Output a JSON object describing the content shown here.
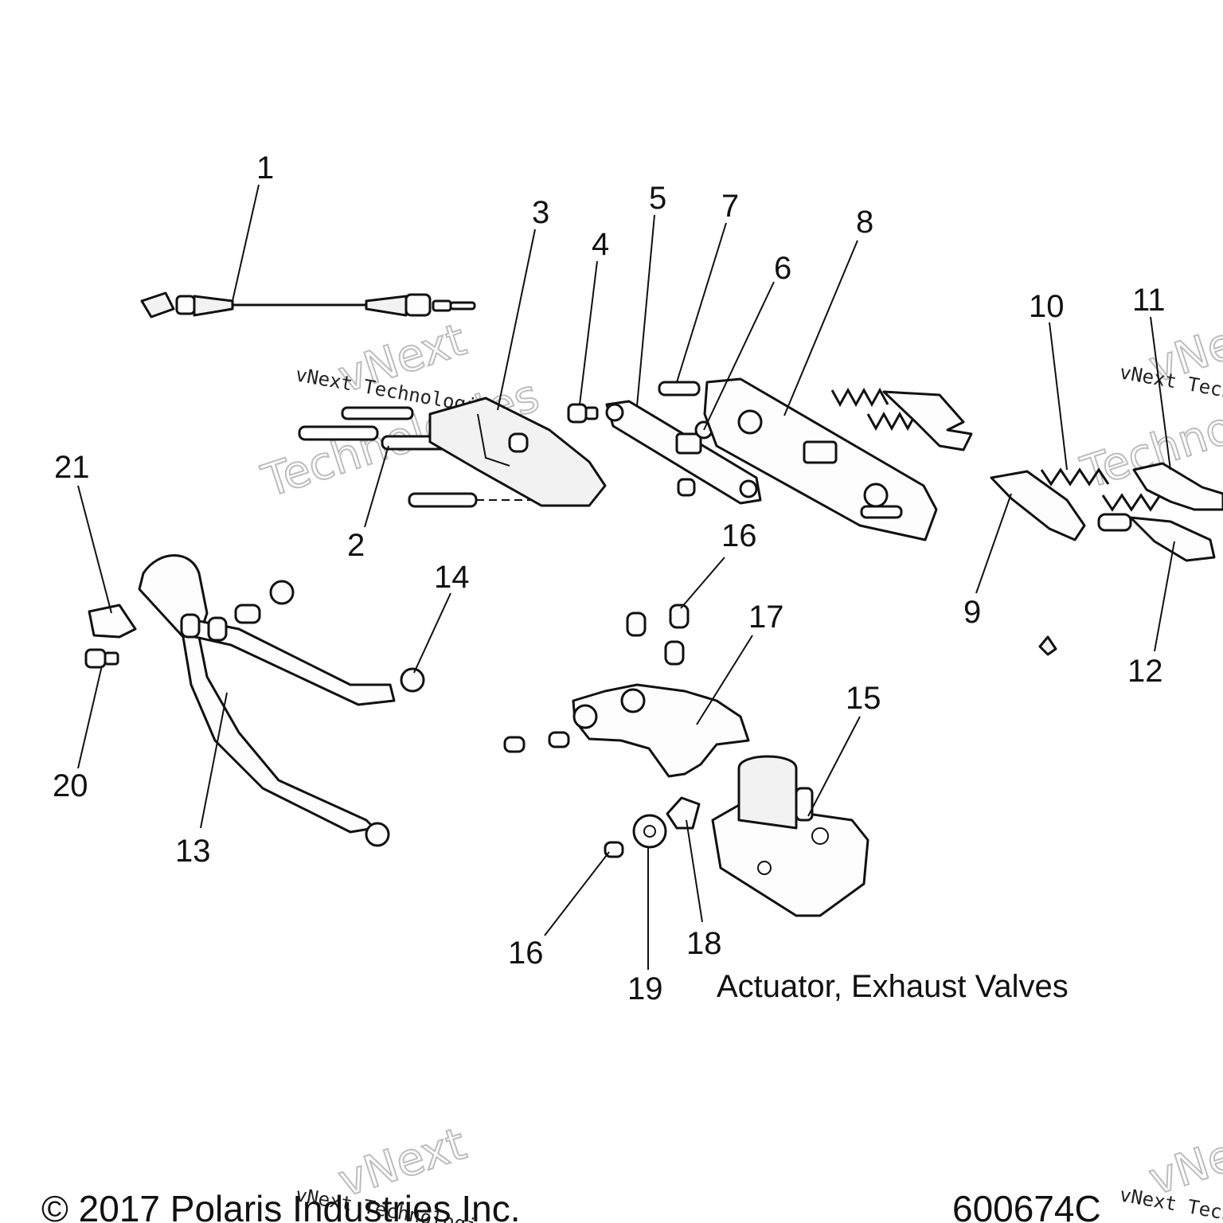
{
  "caption": "Actuator, Exhaust Valves",
  "copyright": "© 2017 Polaris Industries Inc.",
  "diagram_number": "600674C",
  "watermark": {
    "line1": "vNext Technologies",
    "word1": "vNext",
    "word2": "Technologies"
  },
  "callouts": [
    "1",
    "2",
    "3",
    "4",
    "5",
    "6",
    "7",
    "8",
    "9",
    "10",
    "11",
    "12",
    "13",
    "14",
    "15",
    "16",
    "16",
    "17",
    "18",
    "19",
    "20",
    "21"
  ]
}
